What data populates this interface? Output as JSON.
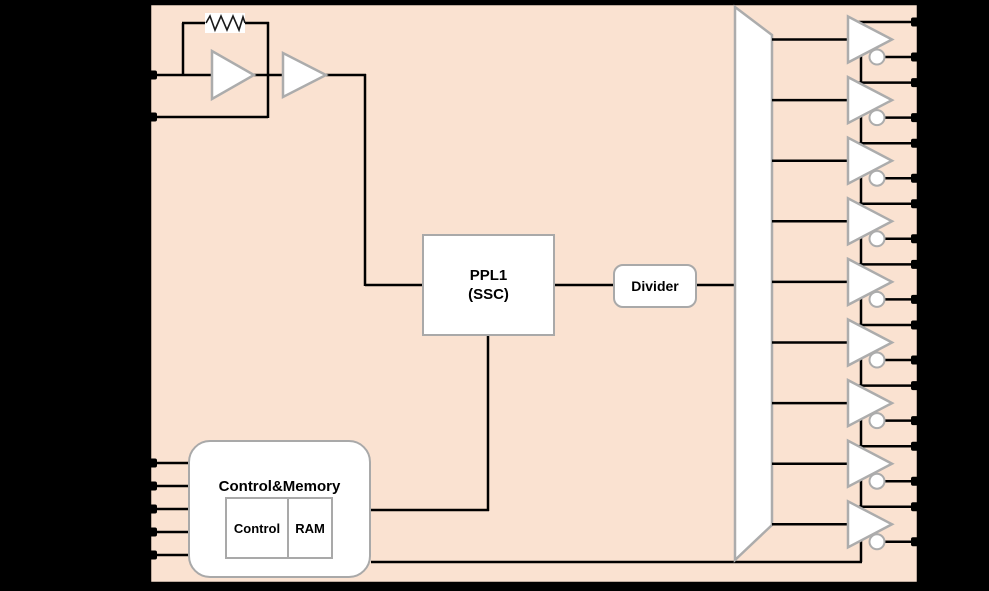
{
  "diagram": {
    "type": "clock-generator-ic-block-diagram",
    "colors": {
      "canvas_bg": "#000000",
      "chip_body": "#FAE2D1",
      "wire": "#000000",
      "block_fill": "#FFFFFF",
      "block_border": "#A9A9A9"
    },
    "blocks": {
      "pll": {
        "label_line1": "PPL1",
        "label_line2": "(SSC)"
      },
      "divider": {
        "label": "Divider"
      },
      "control_memory": {
        "title": "Control&Memory",
        "sub_blocks": [
          {
            "label": "Control"
          },
          {
            "label": "RAM"
          }
        ]
      }
    },
    "oscillator": {
      "amplifier_count": 2,
      "has_feedback_resistor": true,
      "left_pin_count": 2
    },
    "output_stage": {
      "buffer_count": 9,
      "outputs_per_buffer": 2,
      "right_pin_count": 18
    },
    "control_pins": {
      "left_bottom_count": 5
    }
  }
}
